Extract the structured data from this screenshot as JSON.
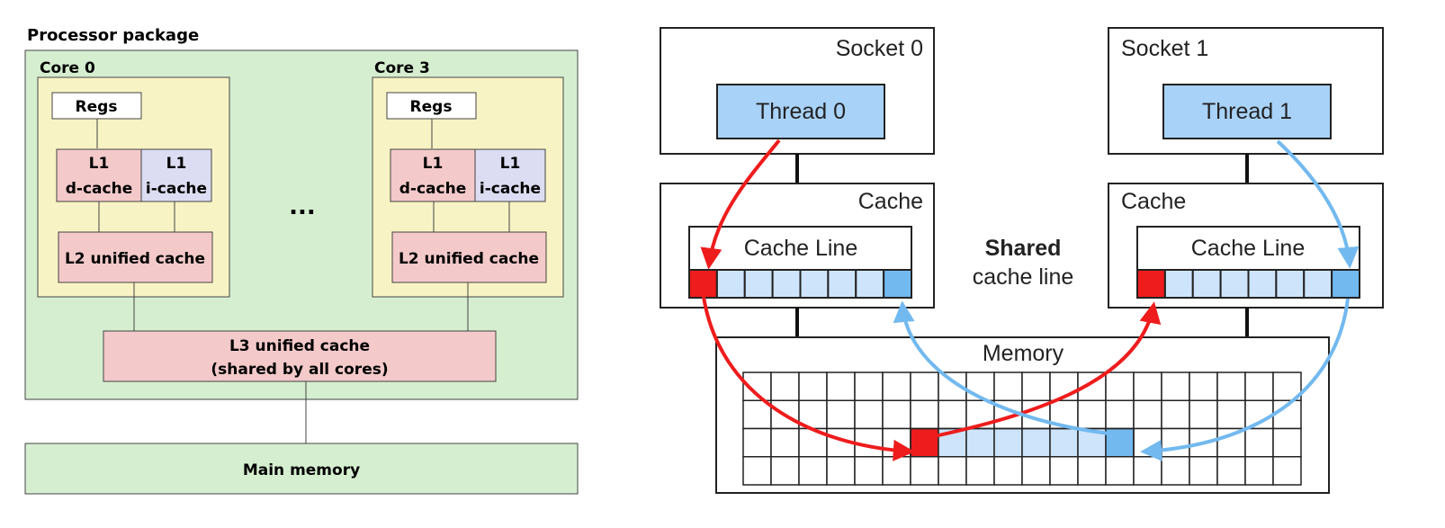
{
  "left_diagram": {
    "package_label": "Processor package",
    "cores": [
      {
        "label": "Core 0",
        "regs": "Regs",
        "l1d_line1": "L1",
        "l1d_line2": "d-cache",
        "l1i_line1": "L1",
        "l1i_line2": "i-cache",
        "l2": "L2 unified cache"
      },
      {
        "label": "Core 3",
        "regs": "Regs",
        "l1d_line1": "L1",
        "l1d_line2": "d-cache",
        "l1i_line1": "L1",
        "l1i_line2": "i-cache",
        "l2": "L2 unified cache"
      }
    ],
    "ellipsis": "...",
    "l3_line1": "L3 unified cache",
    "l3_line2": "(shared by all cores)",
    "main_memory": "Main memory"
  },
  "right_diagram": {
    "sockets": [
      {
        "label": "Socket 0",
        "thread": "Thread 0",
        "cache": "Cache",
        "cache_line": "Cache Line"
      },
      {
        "label": "Socket 1",
        "thread": "Thread 1",
        "cache": "Cache",
        "cache_line": "Cache Line"
      }
    ],
    "shared_line1": "Shared",
    "shared_line2": "cache line",
    "memory": "Memory"
  },
  "colors": {
    "package_fill": "#d5eed0",
    "core_fill": "#f8f3c4",
    "cache_fill": "#f3c9c9",
    "icache_fill": "#dcdcf2",
    "thread_fill": "#a9d2f8",
    "cell_fill": "#cde4fb",
    "red": "#ee1c1c",
    "blue": "#72b9ef"
  }
}
